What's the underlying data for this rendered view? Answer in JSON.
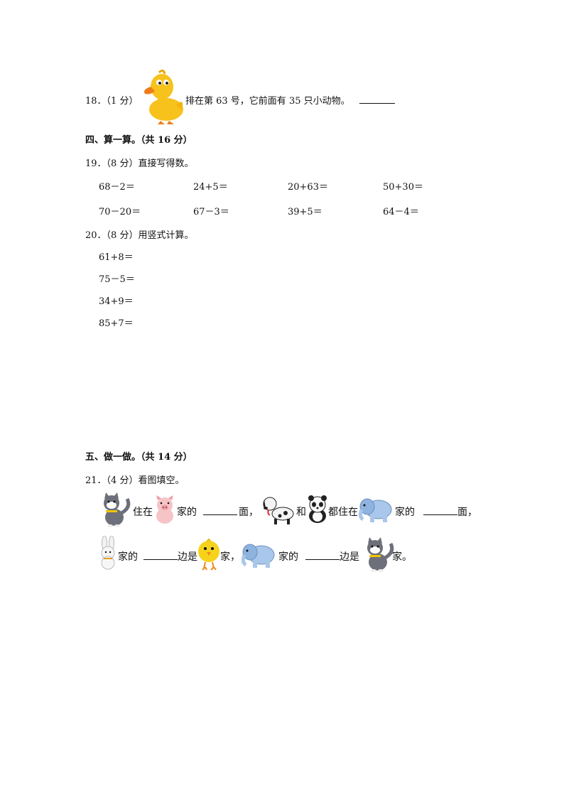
{
  "q18": {
    "num": "18．（1 分）",
    "text": "排在第 63 号，它前面有 35 只小动物。"
  },
  "section4": {
    "title": "四、算一算。（共 16 分）"
  },
  "q19": {
    "title": "19．（8 分）直接写得数。",
    "items": [
      [
        "68－2＝",
        "24+5＝",
        "20+63＝",
        "50+30＝"
      ],
      [
        "70－20＝",
        "67－3＝",
        "39+5＝",
        "64－4＝"
      ]
    ]
  },
  "q20": {
    "title": "20．（8 分）用竖式计算。",
    "items": [
      "61+8＝",
      "75－5＝",
      "34+9＝",
      "85+7＝"
    ]
  },
  "section5": {
    "title": "五、做一做。（共 14 分）"
  },
  "q21": {
    "title": "21．（4 分）看图填空。",
    "line1": {
      "a": "住在",
      "b": "家的",
      "c": "面，",
      "d": "和",
      "e": "都住在",
      "f": "家的",
      "g": "面，"
    },
    "line2": {
      "a": "家的",
      "b": "边是",
      "c": "家，",
      "d": "家的",
      "e": "边是",
      "f": "家。"
    }
  }
}
